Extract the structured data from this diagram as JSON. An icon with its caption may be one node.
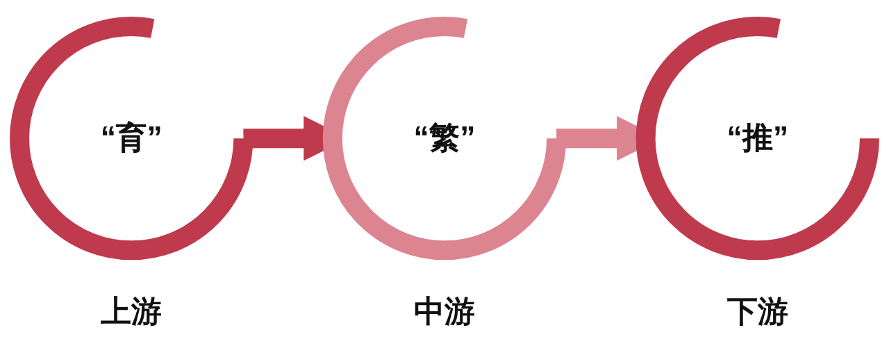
{
  "diagram": {
    "nodes": [
      {
        "text": [
          "“育”"
        ],
        "beside": [
          "上游"
        ]
      },
      {
        "text": [
          "“繁”"
        ],
        "beside": [
          "中游"
        ]
      },
      {
        "text": [
          "“推”"
        ],
        "beside": [
          "下游"
        ]
      }
    ],
    "edges": [
      {
        "from": 0,
        "to": 1,
        "arrow": "to",
        "color": "#be3a4c"
      },
      {
        "from": 1,
        "to": 2,
        "arrow": "to",
        "color": "#dc8490"
      }
    ]
  }
}
